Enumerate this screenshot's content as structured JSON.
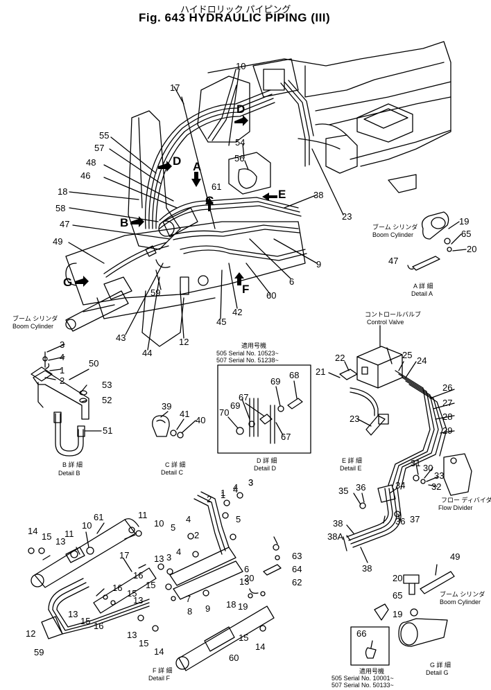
{
  "header": {
    "subtitle_jp": "ハイドロリック パイピング",
    "title": "Fig. 643 HYDRAULIC PIPING (III)"
  },
  "main_labels": {
    "l10": "10",
    "l17": "17",
    "l55": "55",
    "l57": "57",
    "l48": "48",
    "l46": "46",
    "l18": "18",
    "l58": "58",
    "l47": "47",
    "l49": "49",
    "l54": "54",
    "l56": "56",
    "l61": "61",
    "l38": "38",
    "l23": "23",
    "l9": "9",
    "l6": "6",
    "l60": "60",
    "l59": "59",
    "l45": "45",
    "l42": "42",
    "l43": "43",
    "l12": "12",
    "l44": "44",
    "boom_jp": "ブーム シリンダ",
    "boom_en": "Boom Cylinder"
  },
  "pointers": {
    "D1": "D",
    "D2": "D",
    "E": "E",
    "C": "C",
    "B": "B",
    "A": "A",
    "F": "F",
    "G": "G"
  },
  "detail_a": {
    "l19": "19",
    "l65": "65",
    "l20": "20",
    "l47": "47",
    "boom_jp": "ブーム シリンダ",
    "boom_en": "Boom Cylinder",
    "cap_jp": "A 詳 細",
    "cap_en": "Detail A"
  },
  "detail_b": {
    "l3": "3",
    "l4": "4",
    "l1": "1",
    "l2": "2",
    "l50": "50",
    "l53": "53",
    "l52": "52",
    "l51": "51",
    "cap_jp": "B 詳 細",
    "cap_en": "Detail B"
  },
  "detail_c": {
    "l39": "39",
    "l41": "41",
    "l40": "40",
    "cap_jp": "C 詳 細",
    "cap_en": "Detail C"
  },
  "detail_d": {
    "serial_jp": "適用号機",
    "serial_1": "505 Serial No. 10523~",
    "serial_2": "507 Serial No. 51238~",
    "l68": "68",
    "l69a": "69",
    "l67a": "67",
    "l69b": "69",
    "l70": "70",
    "l67b": "67",
    "cap_jp": "D 詳 細",
    "cap_en": "Detail D"
  },
  "detail_e": {
    "cv_jp": "コントロールバルブ",
    "cv_en": "Control Valve",
    "l22": "22",
    "l25": "25",
    "l24": "24",
    "l21": "21",
    "l26": "26",
    "l27": "27",
    "l28": "28",
    "l29": "29",
    "l23": "23",
    "l31": "31",
    "l30": "30",
    "l33": "33",
    "l34": "34",
    "l32": "32",
    "l35": "35",
    "l36a": "36",
    "l36b": "36",
    "l37": "37",
    "l38": "38",
    "l38a": "38A",
    "l38b": "38",
    "fd_jp": "フロー ディバイダ",
    "fd_en": "Flow Divider",
    "cap_jp": "E 詳 細",
    "cap_en": "Detail E"
  },
  "detail_f": {
    "l14a": "14",
    "l15a": "15",
    "l13a": "13",
    "l11a": "11",
    "l10a": "10",
    "l61": "61",
    "l11b": "11",
    "l10b": "10",
    "l17": "17",
    "l13b": "13",
    "l16a": "16",
    "l15b": "15",
    "l16b": "16",
    "l15c": "15",
    "l13c": "13",
    "l13d": "13",
    "l15d": "15",
    "l16c": "16",
    "l12": "12",
    "l59": "59",
    "l13e": "13",
    "l15e": "15",
    "l14b": "14",
    "l2a": "2",
    "l1a": "1",
    "l4a": "4",
    "l3a": "3",
    "l5a": "5",
    "l4b": "4",
    "l2b": "2",
    "l5b": "5",
    "l4c": "4",
    "l3b": "3",
    "l6": "6",
    "l7": "7",
    "l8": "8",
    "l9": "9",
    "l18": "18",
    "l19": "19",
    "l20": "20",
    "l13f": "13",
    "l63": "63",
    "l64": "64",
    "l62": "62",
    "l60": "60",
    "l15f": "15",
    "l14c": "14",
    "l4d": "4",
    "l3c": "3",
    "l1b": "1",
    "cap_jp": "F 詳 細",
    "cap_en": "Detail F"
  },
  "detail_g": {
    "l49": "49",
    "l20": "20",
    "l65": "65",
    "l19": "19",
    "boom_jp": "ブーム シリンダ",
    "boom_en": "Boom Cylinder",
    "l66": "66",
    "serial_jp": "適用号機",
    "serial_1": "505 Serial No. 10001~",
    "serial_2": "507 Serial No. 50133~",
    "cap_jp": "G 詳 細",
    "cap_en": "Detail G"
  }
}
